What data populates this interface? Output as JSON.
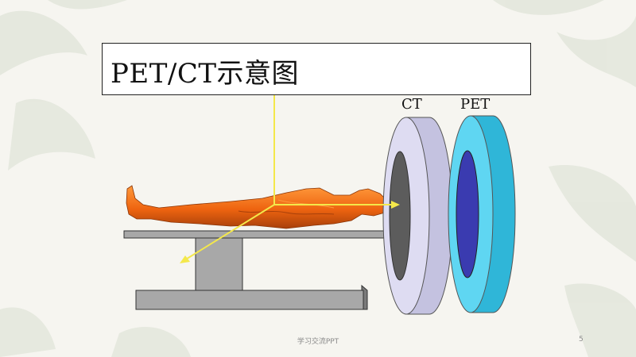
{
  "title": "PET/CT示意图",
  "labels": {
    "ct": "CT",
    "pet": "PET"
  },
  "footer": {
    "text": "学习交流PPT",
    "page": "5"
  },
  "colors": {
    "background": "#f6f5f0",
    "ct_ring": "#d8d6ee",
    "ct_bore": "#5c5c5c",
    "pet_ring": "#55d3ee",
    "pet_bore": "#3a3bb0",
    "body": "#f06a1a",
    "axis": "#f4e84a",
    "table": "#a8a8a8"
  }
}
